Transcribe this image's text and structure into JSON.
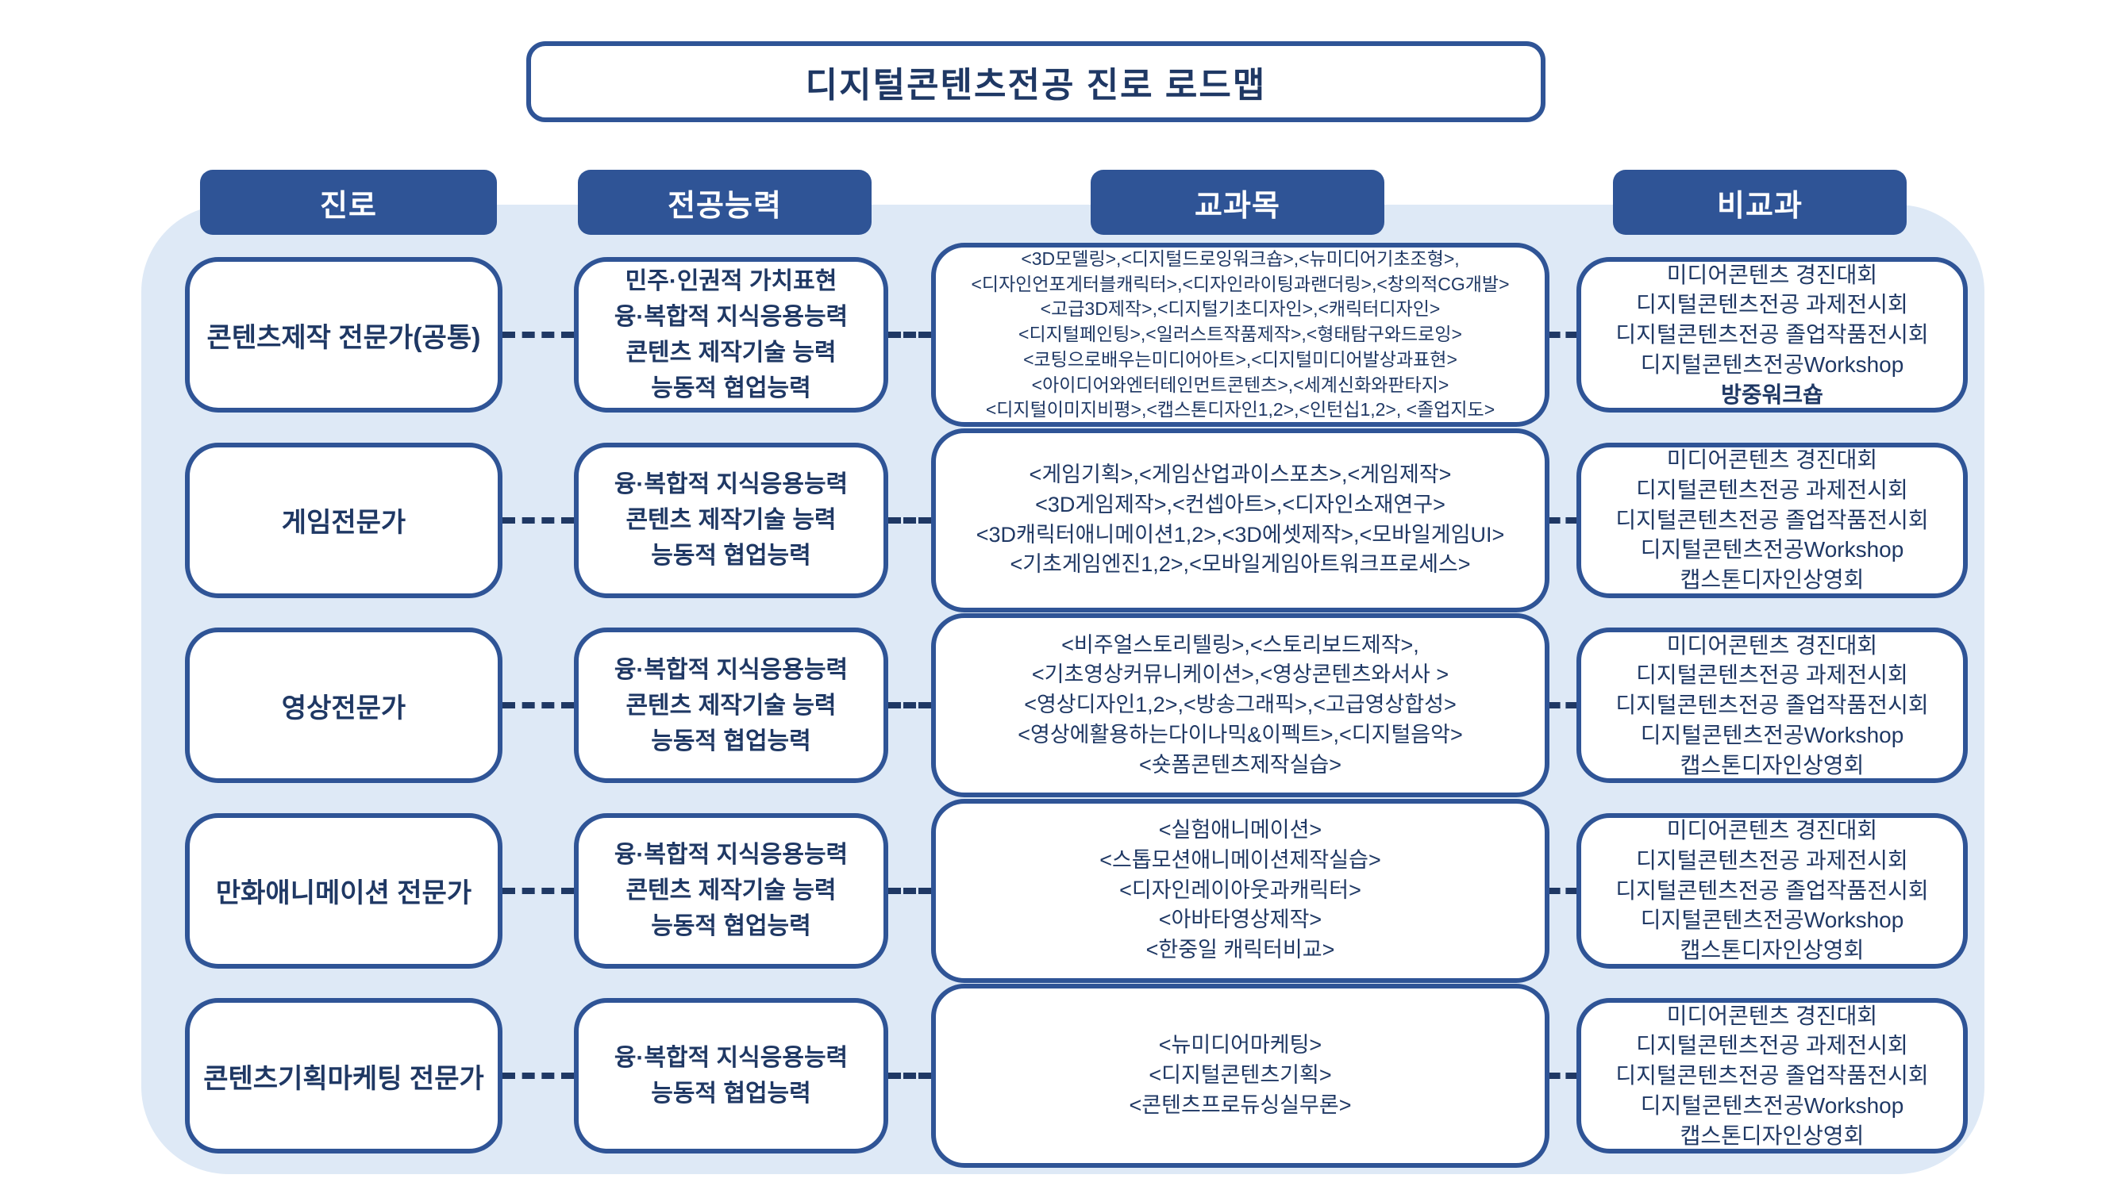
{
  "title": "디지털콘텐츠전공 진로 로드맵",
  "colors": {
    "header_fill": "#2F5496",
    "box_border": "#2F5496",
    "text_navy": "#1F3864",
    "panel_light_blue": "#DEE9F6"
  },
  "columns": [
    {
      "label": "진로"
    },
    {
      "label": "전공능력"
    },
    {
      "label": "교과목"
    },
    {
      "label": "비교과"
    }
  ],
  "rows": [
    {
      "career": "콘텐츠제작 전문가(공통)",
      "competencies": [
        "민주·인권적 가치표현",
        "융·복합적 지식응용능력",
        "콘텐츠 제작기술 능력",
        "능동적 협업능력"
      ],
      "courses": [
        "<3D모델링>,<디지털드로잉워크숍>,<뉴미디어기초조형>,",
        "<디자인언포게터블캐릭터>,<디자인라이팅과랜더링>,<창의적CG개발>",
        "<고급3D제작>,<디지털기초디자인>,<캐릭터디자인>",
        "<디지털페인팅>,<일러스트작품제작>,<형태탐구와드로잉>",
        "<코팅으로배우는미디어아트>,<디지털미디어발상과표현>",
        "<아이디어와엔터테인먼트콘텐츠>,<세계신화와판타지>",
        "<디지털이미지비평>,<캡스톤디자인1,2>,<인턴십1,2>, <졸업지도>"
      ],
      "extracurricular": [
        "미디어콘텐츠 경진대회",
        "디지털콘텐츠전공 과제전시회",
        "디지털콘텐츠전공 졸업작품전시회",
        "디지털콘텐츠전공Workshop"
      ],
      "extracurricular_emphasis": "방중워크숍"
    },
    {
      "career": "게임전문가",
      "competencies": [
        "융·복합적 지식응용능력",
        "콘텐츠 제작기술 능력",
        "능동적 협업능력"
      ],
      "courses": [
        "<게임기획>,<게임산업과이스포츠>,<게임제작>",
        "<3D게임제작>,<컨셉아트>,<디자인소재연구>",
        "<3D캐릭터애니메이션1,2>,<3D에셋제작>,<모바일게임UI>",
        "<기초게임엔진1,2>,<모바일게임아트워크프로세스>"
      ],
      "extracurricular": [
        "미디어콘텐츠 경진대회",
        "디지털콘텐츠전공 과제전시회",
        "디지털콘텐츠전공 졸업작품전시회",
        "디지털콘텐츠전공Workshop",
        "캡스톤디자인상영회"
      ],
      "extracurricular_emphasis": ""
    },
    {
      "career": "영상전문가",
      "competencies": [
        "융·복합적 지식응용능력",
        "콘텐츠 제작기술 능력",
        "능동적 협업능력"
      ],
      "courses": [
        "<비주얼스토리텔링>,<스토리보드제작>,",
        "<기초영상커뮤니케이션>,<영상콘텐츠와서사 >",
        "<영상디자인1,2>,<방송그래픽>,<고급영상합성>",
        "<영상에활용하는다이나믹&이펙트>,<디지털음악>",
        "<숏폼콘텐츠제작실습>"
      ],
      "extracurricular": [
        "미디어콘텐츠 경진대회",
        "디지털콘텐츠전공 과제전시회",
        "디지털콘텐츠전공 졸업작품전시회",
        "디지털콘텐츠전공Workshop",
        "캡스톤디자인상영회"
      ],
      "extracurricular_emphasis": ""
    },
    {
      "career": "만화애니메이션 전문가",
      "competencies": [
        "융·복합적 지식응용능력",
        "콘텐츠 제작기술 능력",
        "능동적 협업능력"
      ],
      "courses": [
        "<실험애니메이션>",
        "<스톱모션애니메이션제작실습>",
        "<디자인레이아웃과캐릭터>",
        "<아바타영상제작>",
        "<한중일 캐릭터비교>"
      ],
      "extracurricular": [
        "미디어콘텐츠 경진대회",
        "디지털콘텐츠전공 과제전시회",
        "디지털콘텐츠전공 졸업작품전시회",
        "디지털콘텐츠전공Workshop",
        "캡스톤디자인상영회"
      ],
      "extracurricular_emphasis": ""
    },
    {
      "career": "콘텐츠기획마케팅 전문가",
      "competencies": [
        "융·복합적 지식응용능력",
        "능동적 협업능력"
      ],
      "courses": [
        "<뉴미디어마케팅>",
        "<디지털콘텐츠기획>",
        "<콘텐츠프로듀싱실무론>"
      ],
      "extracurricular": [
        "미디어콘텐츠 경진대회",
        "디지털콘텐츠전공 과제전시회",
        "디지털콘텐츠전공 졸업작품전시회",
        "디지털콘텐츠전공Workshop",
        "캡스톤디자인상영회"
      ],
      "extracurricular_emphasis": ""
    }
  ]
}
